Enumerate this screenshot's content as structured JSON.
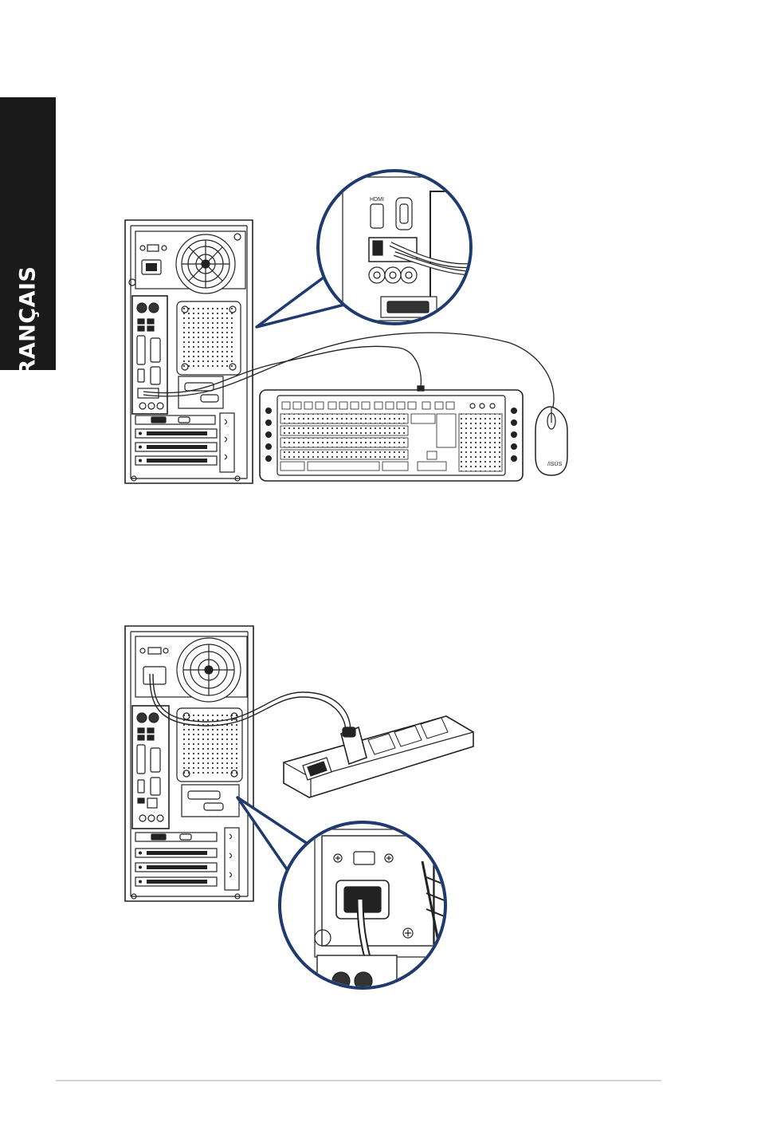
{
  "side_tab": {
    "label": "FRANÇAIS",
    "background": "#1a1a1a",
    "text_color": "#ffffff"
  },
  "figure_top": {
    "icons": [
      "computer-tower-rear-icon",
      "keyboard-icon",
      "mouse-icon",
      "magnifier-callout-icon"
    ],
    "callout_labels": {
      "hdmi": "HDMI"
    },
    "mouse_brand": "/ISUS",
    "accent": "#1f3a6e"
  },
  "figure_bottom": {
    "icons": [
      "computer-tower-rear-icon",
      "power-cord-icon",
      "power-strip-icon",
      "magnifier-callout-icon"
    ],
    "accent": "#1f3a6e"
  }
}
